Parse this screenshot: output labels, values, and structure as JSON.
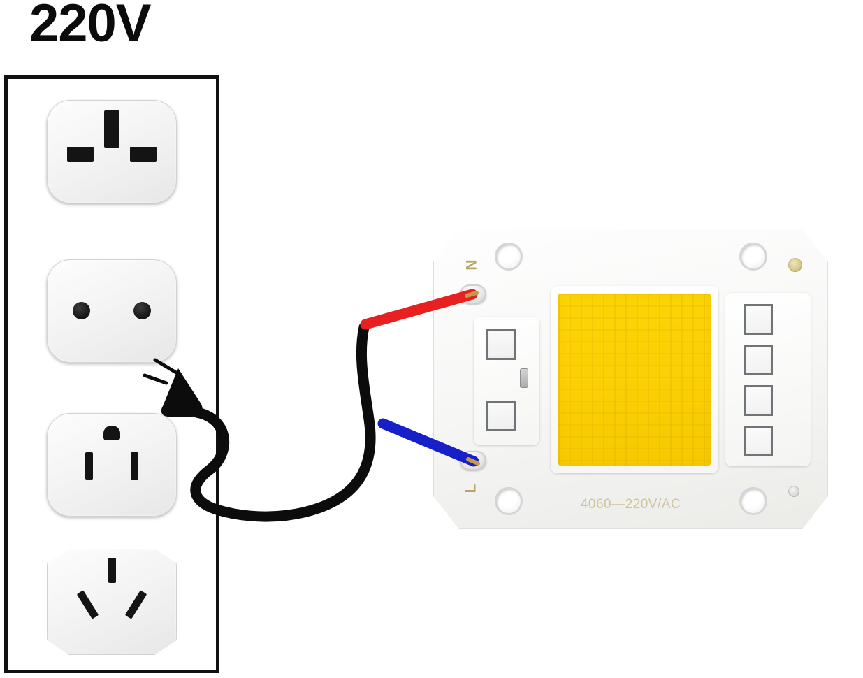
{
  "title": {
    "voltage": "220V"
  },
  "socket_panel": {
    "sockets": [
      {
        "id": "uk",
        "name": "UK Type G socket",
        "earth_slot": "vertical earth",
        "live_slot": "live",
        "neutral_slot": "neutral"
      },
      {
        "id": "eu",
        "name": "Europlug Type C socket",
        "hole_left": "round hole left",
        "hole_right": "round hole right"
      },
      {
        "id": "us",
        "name": "US Type B socket",
        "ground_slot": "D-shaped ground",
        "blade_left": "neutral blade",
        "blade_right": "live blade"
      },
      {
        "id": "au",
        "name": "Australia / China Type I socket",
        "earth_slot": "vertical earth",
        "blade_left": "angled blade left",
        "blade_right": "angled blade right"
      }
    ]
  },
  "cable": {
    "plug": "two-prong black mains plug",
    "sheath_color": "#0c0c0c",
    "live_wire_color": "#e8201f",
    "neutral_wire_color": "#1720c8",
    "live_wire_label": "red wire to N terminal",
    "neutral_wire_label": "blue wire to L terminal"
  },
  "led_chip": {
    "model_label": "4060—220V/AC",
    "terminal_n": "N",
    "terminal_l": "L",
    "emitter_color": "#fcd505",
    "board_color": "#f8f8f6",
    "label_color": "#cfc39a",
    "terminal_label_color": "#b9a464",
    "mount_holes": [
      "top-left",
      "top-right",
      "bottom-left",
      "bottom-right"
    ],
    "right_pads_count": 4,
    "driver_squares_count": 2
  }
}
